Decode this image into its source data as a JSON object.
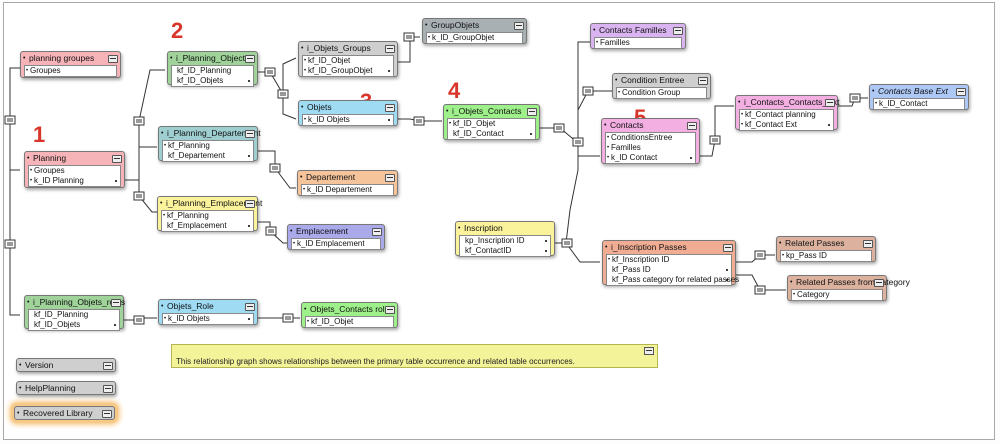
{
  "labels": [
    "1",
    "2",
    "3",
    "4",
    "5"
  ],
  "note": "This relationship graph shows relationships between the primary table occurrence and related table occurrences.",
  "colors": {
    "red": "#f6b4b9",
    "green": "#9fd39a",
    "grey": "#cfcfcf",
    "teal": "#9fced1",
    "orange": "#f6c49b",
    "yellow": "#fbf29c",
    "purple": "#aaa9ea",
    "cyan": "#9fdcf4",
    "violet": "#d9b4f0",
    "magenta": "#f3aee2",
    "blue": "#aec8f6",
    "salmon": "#f0ad94",
    "tan": "#dcb29e",
    "dkgrey": "#a8b0b4",
    "note": "#f3f39a"
  },
  "tables": [
    {
      "title": "planning groupes",
      "fields": [
        "Groupes"
      ]
    },
    {
      "title": "Planning",
      "fields": [
        "Groupes",
        "k_ID Planning"
      ]
    },
    {
      "title": "i_Planning_Object",
      "fields": [
        "kf_ID_Planning",
        "kf_ID_Objets"
      ]
    },
    {
      "title": "i_Objets_Groups",
      "fields": [
        "kf_ID_Objet",
        "kf_ID_GroupObjet"
      ]
    },
    {
      "title": "GroupObjets",
      "fields": [
        "k_ID_GroupObjet"
      ]
    },
    {
      "title": "Objets",
      "fields": [
        "k_ID Objets"
      ]
    },
    {
      "title": "i_Planning_Departement",
      "fields": [
        "kf_Planning",
        "kf_Departement"
      ]
    },
    {
      "title": "Departement",
      "fields": [
        "k_ID Departement"
      ]
    },
    {
      "title": "i_Planning_Emplacement",
      "fields": [
        "kf_Planning",
        "kf_Emplacement"
      ]
    },
    {
      "title": "Emplacement",
      "fields": [
        "k_ID Emplacement"
      ]
    },
    {
      "title": "i_Objets_Contacts",
      "fields": [
        "kf_ID_Objet",
        "kf_ID_Contact"
      ]
    },
    {
      "title": "Contacts Familles",
      "fields": [
        "Familles"
      ]
    },
    {
      "title": "Condition Entree",
      "fields": [
        "Condition Group"
      ]
    },
    {
      "title": "Contacts",
      "fields": [
        "ConditionsEntree",
        "Familles",
        "k_ID Contact"
      ]
    },
    {
      "title": "i_Contacts_Contacts_Ext",
      "fields": [
        "kf_Contact planning",
        "kf_Contact Ext"
      ]
    },
    {
      "title": "Contacts Base Ext",
      "fields": [
        "k_ID_Contact"
      ]
    },
    {
      "title": "Inscription",
      "fields": [
        "kp_Inscription ID",
        "kf_ContactID"
      ]
    },
    {
      "title": "i_Inscription Passes",
      "fields": [
        "kf_Inscription ID",
        "kf_Pass ID",
        "kf_Pass category for related passes"
      ]
    },
    {
      "title": "Related Passes",
      "fields": [
        "kp_Pass ID"
      ]
    },
    {
      "title": "Related Passes from category",
      "fields": [
        "Category"
      ]
    },
    {
      "title": "i_Planning_Objets_roles",
      "fields": [
        "kf_ID_Planning",
        "kf_ID_Objets"
      ]
    },
    {
      "title": "Objets_Role",
      "fields": [
        "k_ID Objets"
      ]
    },
    {
      "title": "Objets_Contacts role",
      "fields": [
        "kf_ID_Objet"
      ]
    },
    {
      "title": "Version",
      "fields": []
    },
    {
      "title": "HelpPlanning",
      "fields": []
    },
    {
      "title": "Recovered Library",
      "fields": []
    }
  ]
}
